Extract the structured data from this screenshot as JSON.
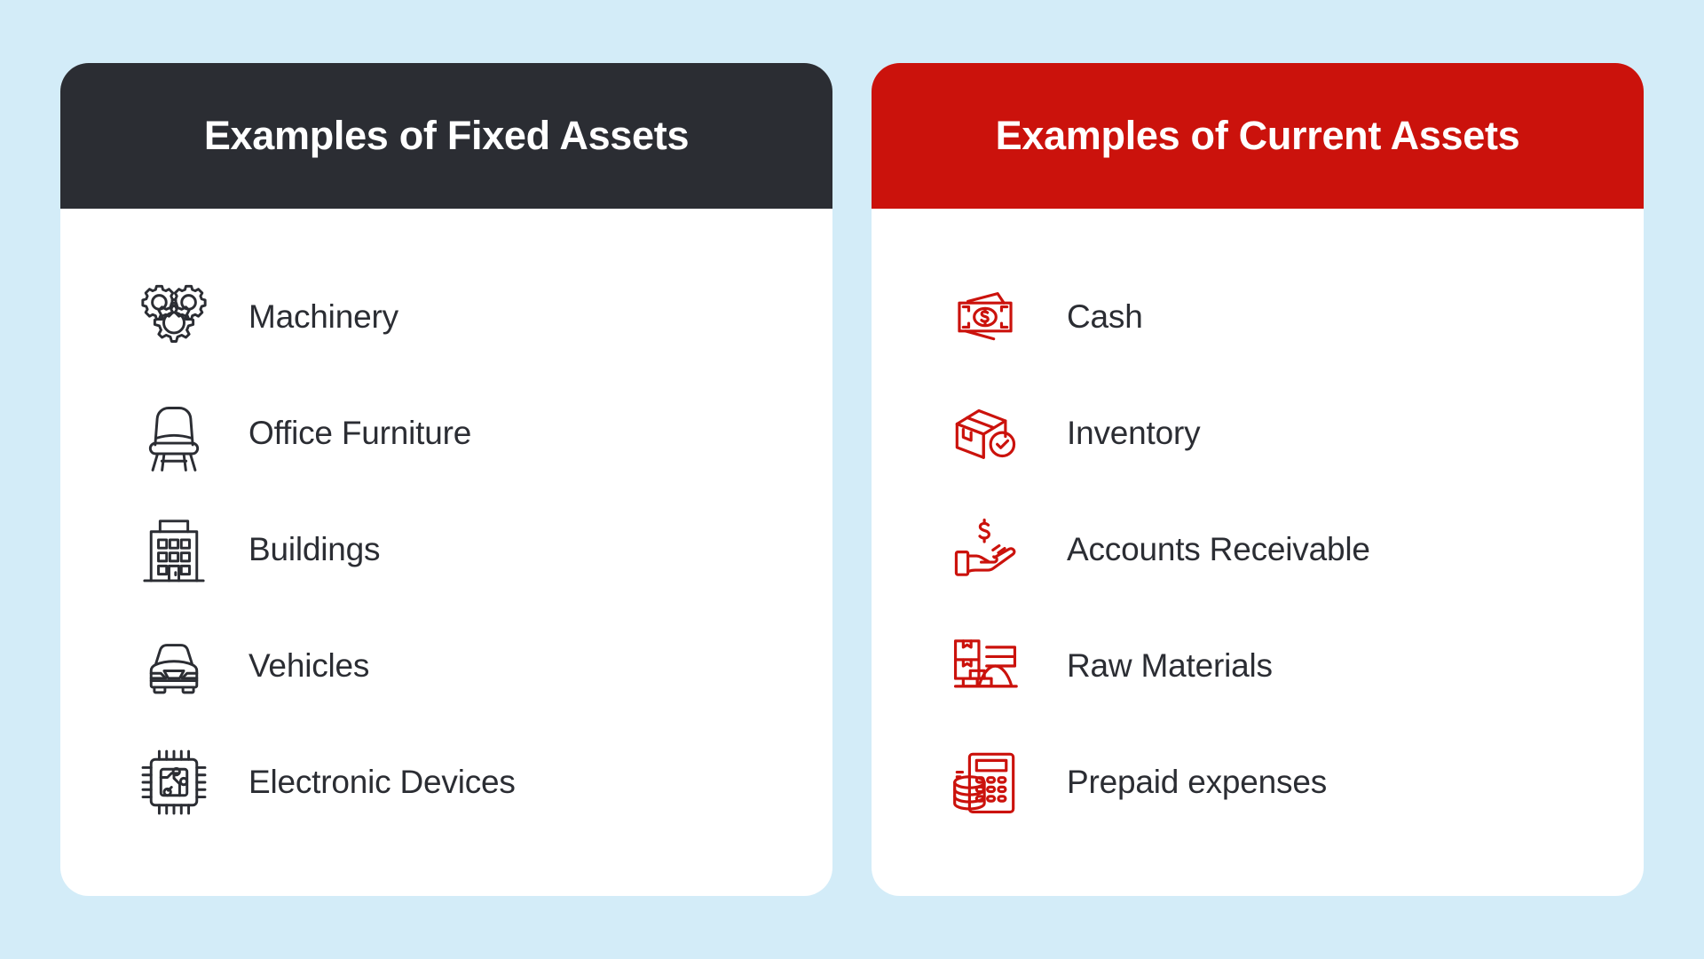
{
  "page": {
    "background_color": "#d3ecf8",
    "text_color": "#2b2d33"
  },
  "cards": [
    {
      "id": "fixed-assets",
      "title": "Examples of Fixed Assets",
      "header_color": "#2b2d33",
      "icon_color": "#2b2d33",
      "items": [
        {
          "label": "Machinery",
          "icon": "gears-icon"
        },
        {
          "label": "Office Furniture",
          "icon": "chair-icon"
        },
        {
          "label": "Buildings",
          "icon": "building-icon"
        },
        {
          "label": "Vehicles",
          "icon": "car-icon"
        },
        {
          "label": "Electronic Devices",
          "icon": "microchip-icon"
        }
      ]
    },
    {
      "id": "current-assets",
      "title": "Examples of Current Assets",
      "header_color": "#cb120c",
      "icon_color": "#cb120c",
      "items": [
        {
          "label": "Cash",
          "icon": "banknote-dollar-icon"
        },
        {
          "label": "Inventory",
          "icon": "box-check-icon"
        },
        {
          "label": "Accounts Receivable",
          "icon": "hand-dollar-icon"
        },
        {
          "label": "Raw Materials",
          "icon": "raw-materials-icon"
        },
        {
          "label": "Prepaid expenses",
          "icon": "calculator-coins-icon"
        }
      ]
    }
  ]
}
